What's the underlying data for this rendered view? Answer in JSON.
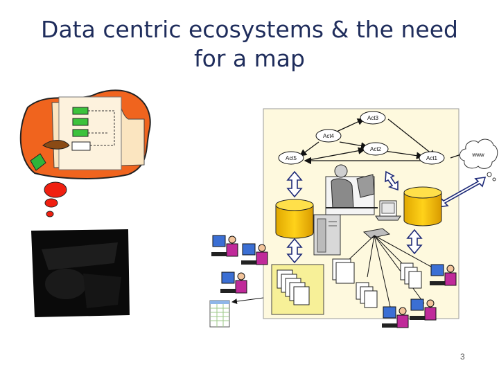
{
  "slide": {
    "title_line1": "Data centric ecosystems & the need",
    "title_line2": "for a map",
    "page_number": "3"
  },
  "diagram": {
    "actors": {
      "act3": "Act3",
      "act4": "Act4",
      "act5": "Act5",
      "act2": "Act2",
      "act1": "Act1"
    },
    "cloud_label": "www"
  }
}
